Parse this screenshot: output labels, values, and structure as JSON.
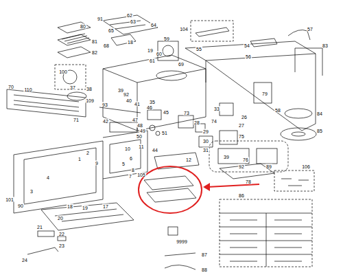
{
  "diagram": {
    "labels": [
      "80",
      "91",
      "62",
      "63",
      "64",
      "65",
      "104",
      "57",
      "81",
      "82",
      "68",
      "18",
      "19",
      "59",
      "60",
      "61",
      "55",
      "54",
      "56",
      "83",
      "100",
      "37",
      "38",
      "39",
      "70",
      "110",
      "109",
      "71",
      "92",
      "40",
      "69",
      "79",
      "58",
      "84",
      "85",
      "41",
      "35",
      "93",
      "42",
      "46",
      "45",
      "47",
      "48",
      "49",
      "50",
      "51",
      "73",
      "33",
      "74",
      "28",
      "29",
      "26",
      "27",
      "30",
      "31",
      "75",
      "39",
      "92",
      "76",
      "89",
      "78",
      "106",
      "44",
      "12",
      "105",
      "11",
      "10",
      "6",
      "5",
      "8",
      "9",
      "7",
      "2",
      "1",
      "4",
      "3",
      "101",
      "90",
      "18",
      "19",
      "17",
      "20",
      "21",
      "22",
      "23",
      "24",
      "86",
      "9999",
      "87",
      "88"
    ]
  }
}
